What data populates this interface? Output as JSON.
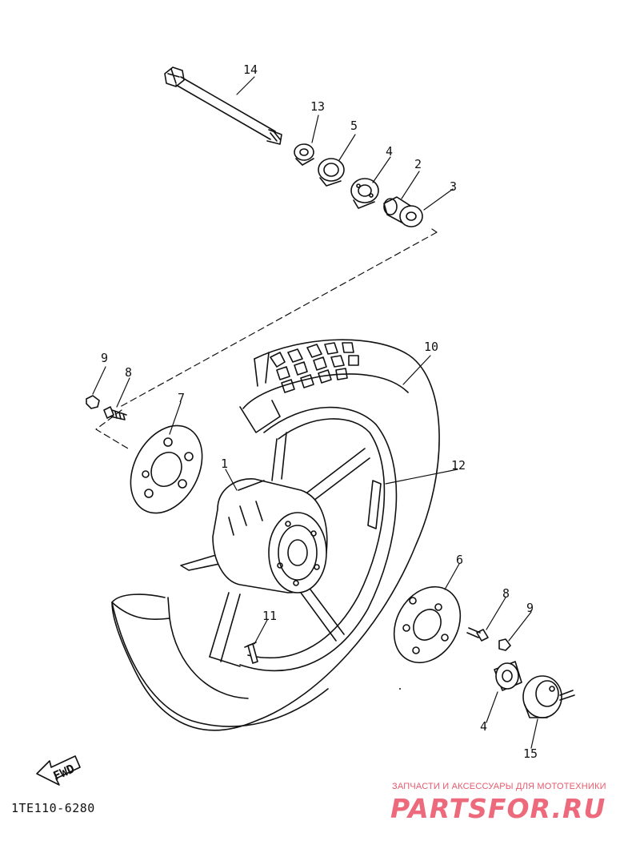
{
  "diagram": {
    "part_labels": [
      {
        "id": "14",
        "text": "14"
      },
      {
        "id": "13",
        "text": "13"
      },
      {
        "id": "5a",
        "text": "5"
      },
      {
        "id": "4a",
        "text": "4"
      },
      {
        "id": "2",
        "text": "2"
      },
      {
        "id": "3",
        "text": "3"
      },
      {
        "id": "10",
        "text": "10"
      },
      {
        "id": "9a",
        "text": "9"
      },
      {
        "id": "8a",
        "text": "8"
      },
      {
        "id": "7",
        "text": "7"
      },
      {
        "id": "1",
        "text": "1"
      },
      {
        "id": "12",
        "text": "12"
      },
      {
        "id": "6",
        "text": "6"
      },
      {
        "id": "8b",
        "text": "8"
      },
      {
        "id": "9b",
        "text": "9"
      },
      {
        "id": "11",
        "text": "11"
      },
      {
        "id": "4b",
        "text": "4"
      },
      {
        "id": "15",
        "text": "15"
      }
    ],
    "fwd_label": "FWD",
    "diagram_code": "1TE110-6280"
  },
  "watermark": {
    "tagline": "ЗАПЧАСТИ И АКСЕССУАРЫ ДЛЯ МОТОТЕХНИКИ",
    "logo": "PARTSFOR.RU",
    "color": "#ec6a7c"
  }
}
